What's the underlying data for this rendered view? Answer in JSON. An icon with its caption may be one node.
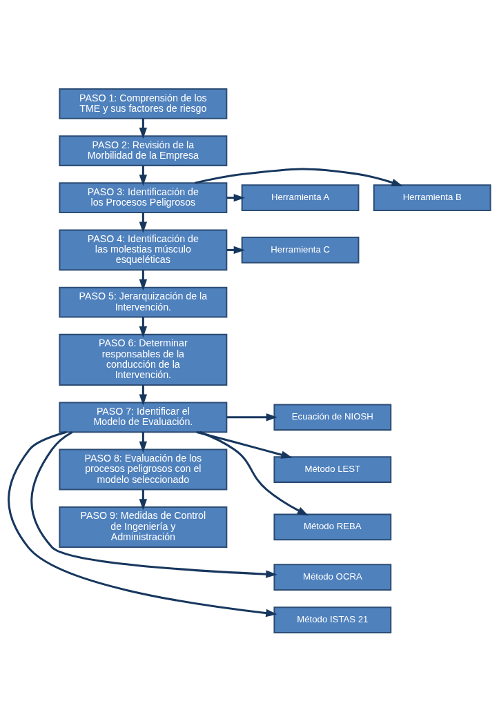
{
  "diagram": {
    "nodes": [
      {
        "text": [
          "PASO 1: Comprensión de los TME y sus factores de riesgo"
        ]
      },
      {
        "text": [
          "PASO 2: Revisión de la Morbilidad de la Empresa"
        ]
      },
      {
        "text": [
          "PASO 3: Identificación de los Procesos Peligrosos"
        ]
      },
      {
        "text": [
          "Herramienta A"
        ]
      },
      {
        "text": [
          "Herramienta B"
        ]
      },
      {
        "text": [
          "PASO 4: Identificación de las molestias músculo esqueléticas"
        ]
      },
      {
        "text": [
          "Herramienta C"
        ]
      },
      {
        "text": [
          "PASO 5: Jerarquización de la Intervención."
        ]
      },
      {
        "text": [
          "PASO 6: Determinar responsables de la conducción de la Intervención."
        ]
      },
      {
        "text": [
          "PASO 7: Identificar el Modelo de Evaluación."
        ]
      },
      {
        "text": [
          "Ecuación de NIOSH"
        ]
      },
      {
        "text": [
          "Método LEST"
        ]
      },
      {
        "text": [
          "Método REBA"
        ]
      },
      {
        "text": [
          "Método OCRA"
        ]
      },
      {
        "text": [
          "Método ISTAS 21"
        ]
      },
      {
        "text": [
          "PASO 8: Evaluación de los procesos peligrosos con el modelo seleccionado"
        ]
      },
      {
        "text": [
          "PASO 9: Medidas de Control de Ingeniería y Administración"
        ]
      }
    ],
    "edges": [
      {
        "from": 0,
        "to": 1,
        "arrow": "to"
      },
      {
        "from": 1,
        "to": 2,
        "arrow": "to"
      },
      {
        "from": 2,
        "to": 3,
        "arrow": "to"
      },
      {
        "from": 2,
        "to": 4,
        "arrow": "to"
      },
      {
        "from": 2,
        "to": 5,
        "arrow": "to"
      },
      {
        "from": 5,
        "to": 6,
        "arrow": "to"
      },
      {
        "from": 5,
        "to": 7,
        "arrow": "to"
      },
      {
        "from": 7,
        "to": 8,
        "arrow": "to"
      },
      {
        "from": 8,
        "to": 9,
        "arrow": "to"
      },
      {
        "from": 9,
        "to": 10,
        "arrow": "to"
      },
      {
        "from": 9,
        "to": 11,
        "arrow": "to"
      },
      {
        "from": 9,
        "to": 12,
        "arrow": "to"
      },
      {
        "from": 9,
        "to": 13,
        "arrow": "to"
      },
      {
        "from": 9,
        "to": 14,
        "arrow": "to"
      },
      {
        "from": 9,
        "to": 15,
        "arrow": "to"
      },
      {
        "from": 15,
        "to": 16,
        "arrow": "to"
      }
    ]
  }
}
